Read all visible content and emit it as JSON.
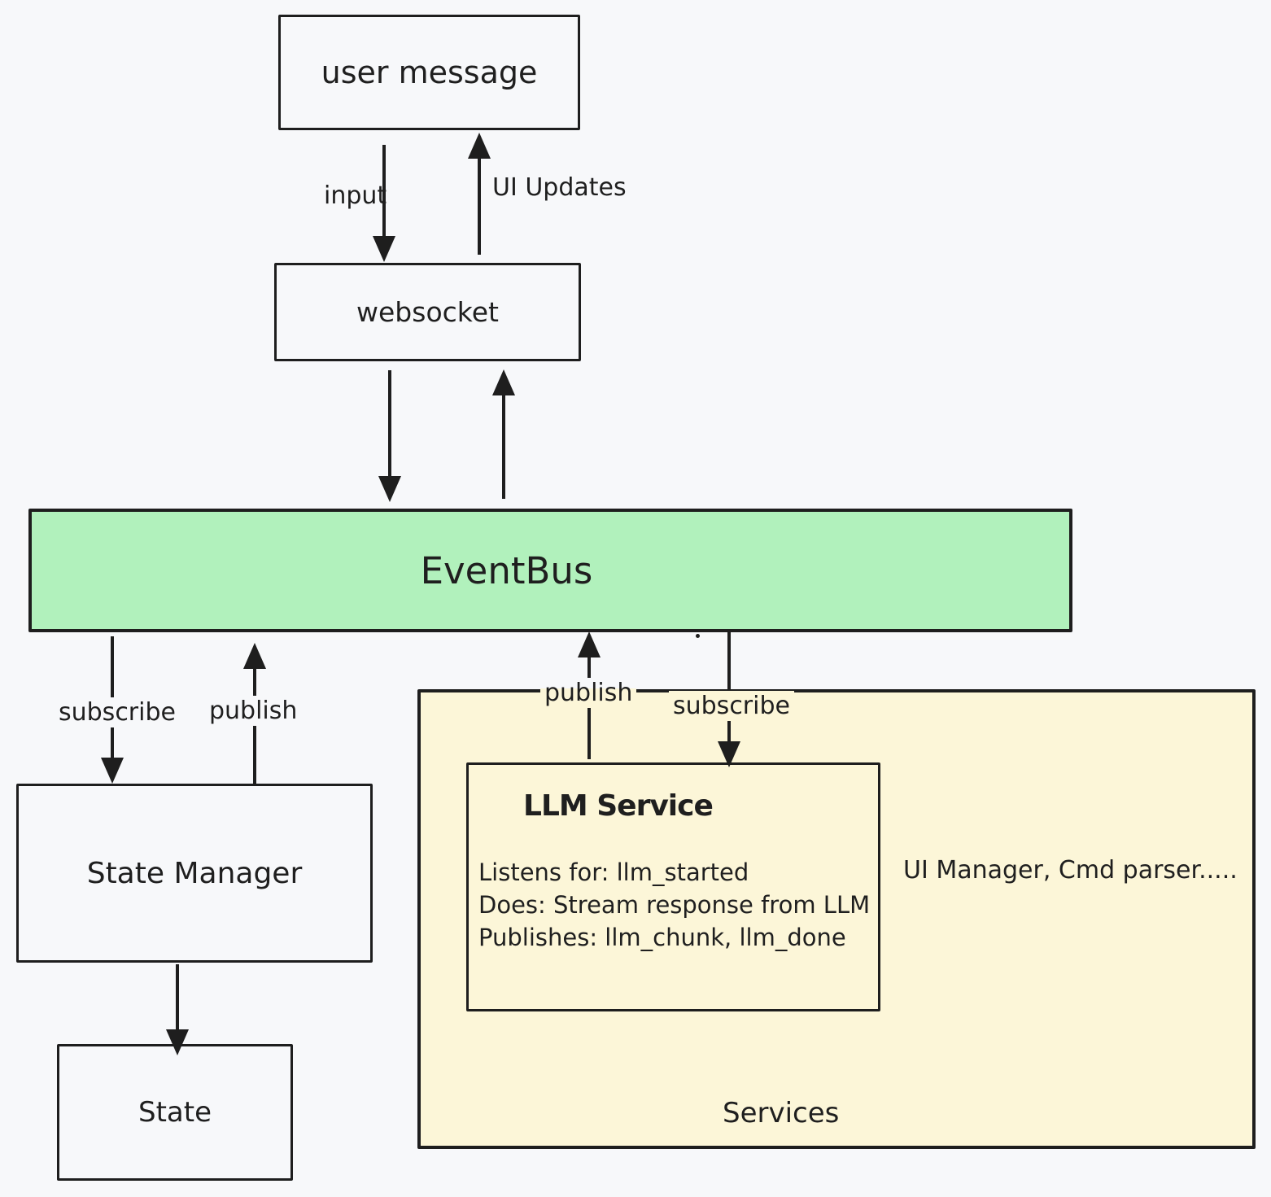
{
  "nodes": {
    "user_message": {
      "label": "user message"
    },
    "websocket": {
      "label": "websocket"
    },
    "event_bus": {
      "label": "EventBus",
      "fill": "#b1f1bc"
    },
    "state_manager": {
      "label": "State Manager"
    },
    "state": {
      "label": "State"
    },
    "services_group": {
      "label": "Services",
      "fill": "#fcf6d8",
      "note": "UI Manager, Cmd parser....."
    },
    "llm_service": {
      "title": "LLM Service",
      "lines": [
        "Listens for: llm_started",
        "Does: Stream response from LLM",
        "Publishes: llm_chunk, llm_done"
      ]
    }
  },
  "edge_labels": {
    "input": "input",
    "ui_updates": "UI Updates",
    "state_subscribe": "subscribe",
    "state_publish": "publish",
    "services_publish": "publish",
    "services_subscribe": "subscribe"
  },
  "colors": {
    "stroke": "#1e1e1e",
    "background": "#f7f8fa",
    "event_bus_fill": "#b1f1bc",
    "services_fill": "#fcf6d8"
  }
}
